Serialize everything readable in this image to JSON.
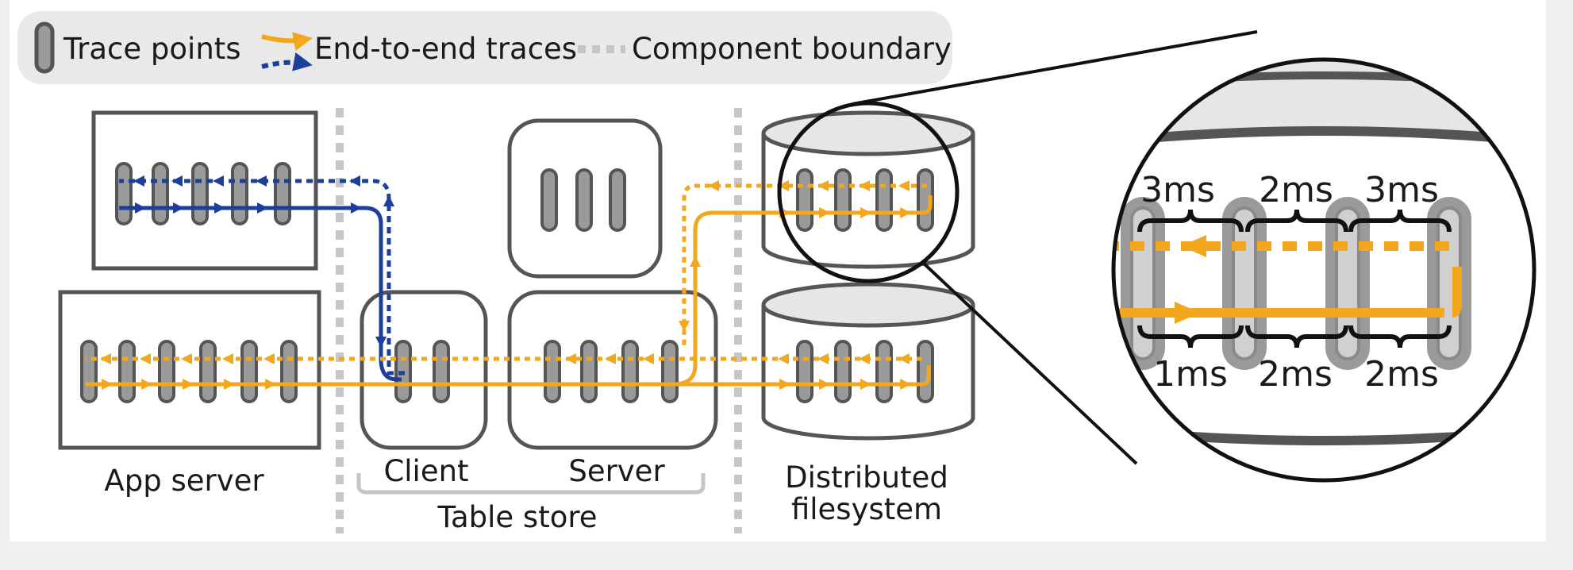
{
  "legend": {
    "trace_points": "Trace points",
    "end_to_end_traces": "End-to-end traces",
    "component_boundary": "Component boundary"
  },
  "components": {
    "app_server": "App server",
    "client": "Client",
    "server": "Server",
    "table_store": "Table store",
    "distributed_filesystem_line1": "Distributed",
    "distributed_filesystem_line2": "filesystem"
  },
  "zoom": {
    "top_latencies": [
      "3ms",
      "2ms",
      "3ms"
    ],
    "bottom_latencies": [
      "1ms",
      "2ms",
      "2ms"
    ]
  },
  "colors": {
    "orange": "#f2a71c",
    "blue": "#1b3f9a",
    "trace_point_fill": "#9a9a9a",
    "outline": "#555555",
    "boundary": "#c6c6c6"
  }
}
